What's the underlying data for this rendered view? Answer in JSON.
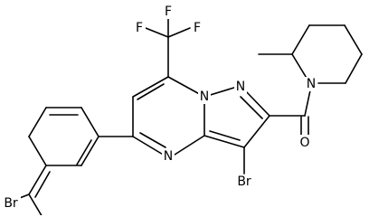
{
  "atoms": {
    "fluorine_left": "F",
    "fluorine_top": "F",
    "fluorine_right": "F",
    "nitrogen_pyrimidine_bottom": "N",
    "nitrogen_bridgehead": "N",
    "nitrogen_pyrazole": "N",
    "nitrogen_piperidine": "N",
    "oxygen_carbonyl": "O",
    "bromine_pyrazole": "Br",
    "bromine_phenyl": "Br"
  },
  "colors": {
    "bond": "#000000",
    "label": "#000000",
    "background": "#ffffff"
  }
}
